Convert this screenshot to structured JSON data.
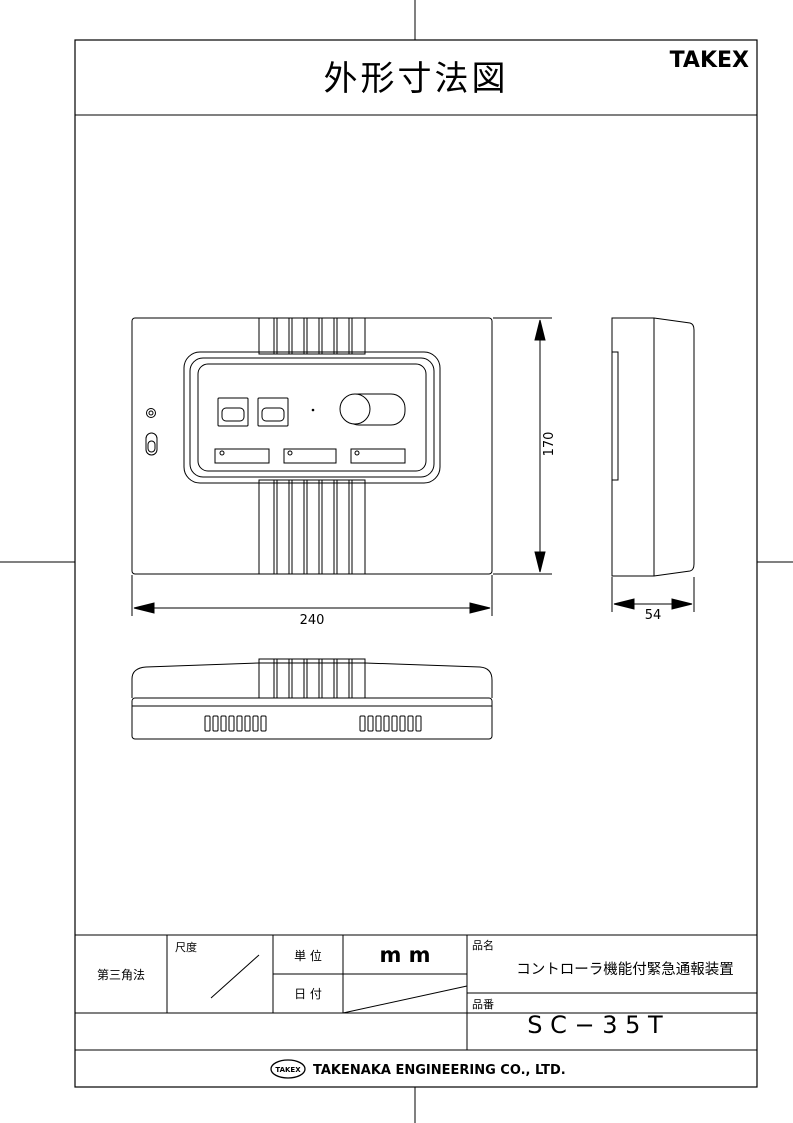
{
  "header": {
    "title": "外形寸法図",
    "brand": "TAKEX"
  },
  "drawing": {
    "dim_width": "240",
    "dim_height": "170",
    "dim_depth": "54"
  },
  "title_block": {
    "projection": "第三角法",
    "scale_label": "尺度",
    "unit_label": "単 位",
    "unit_value": "m m",
    "date_label": "日 付",
    "name_label": "品名",
    "name_value": "コントローラ機能付緊急通報装置",
    "number_label": "品番",
    "number_value": "S C − 3 5 T"
  },
  "footer": {
    "logo_text": "TAKEX",
    "company": "TAKENAKA ENGINEERING CO., LTD."
  }
}
